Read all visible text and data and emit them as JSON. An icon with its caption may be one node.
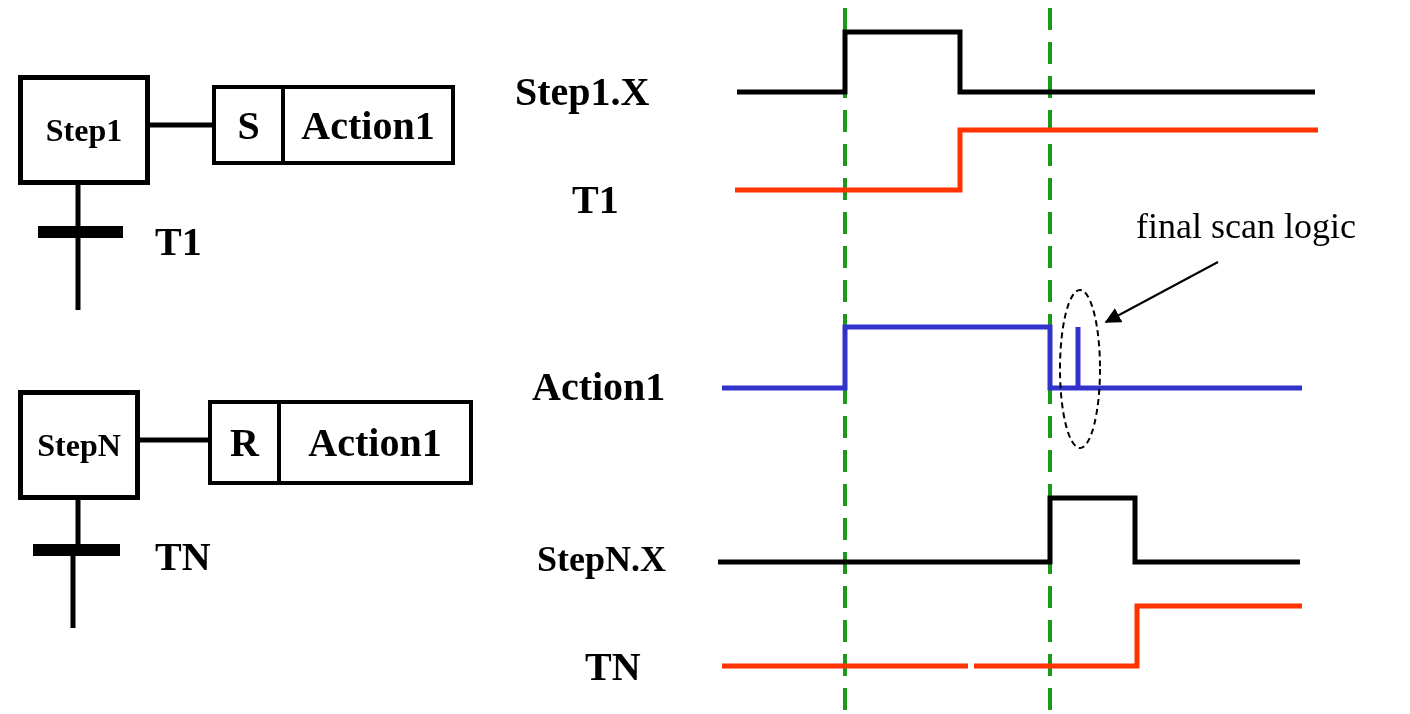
{
  "diagram": {
    "nodes": [
      {
        "text": [
          "Step1"
        ]
      },
      {
        "text": [
          "S",
          "Action1"
        ]
      },
      {
        "text": [],
        "shape": "bar",
        "beside": [
          "T1"
        ]
      },
      {
        "text": [
          "StepN"
        ]
      },
      {
        "text": [
          "R",
          "Action1"
        ]
      },
      {
        "text": [],
        "shape": "bar",
        "beside": [
          "TN"
        ]
      },
      {
        "text": [
          "final scan logic"
        ]
      },
      {
        "text": [],
        "shape": "ellipse"
      }
    ],
    "edges": [
      {
        "from": 0,
        "to": 1,
        "arrow": "none"
      },
      {
        "from": 0,
        "to": 2,
        "arrow": "none"
      },
      {
        "from": 2,
        "to": null,
        "arrow": "none"
      },
      {
        "from": 3,
        "to": 4,
        "arrow": "none"
      },
      {
        "from": 3,
        "to": 5,
        "arrow": "none"
      },
      {
        "from": 5,
        "to": null,
        "arrow": "none"
      },
      {
        "from": 6,
        "to": 7,
        "arrow": "to"
      }
    ],
    "labels": [
      "Step1.X",
      "T1",
      "Action1",
      "StepN.X",
      "TN"
    ]
  }
}
